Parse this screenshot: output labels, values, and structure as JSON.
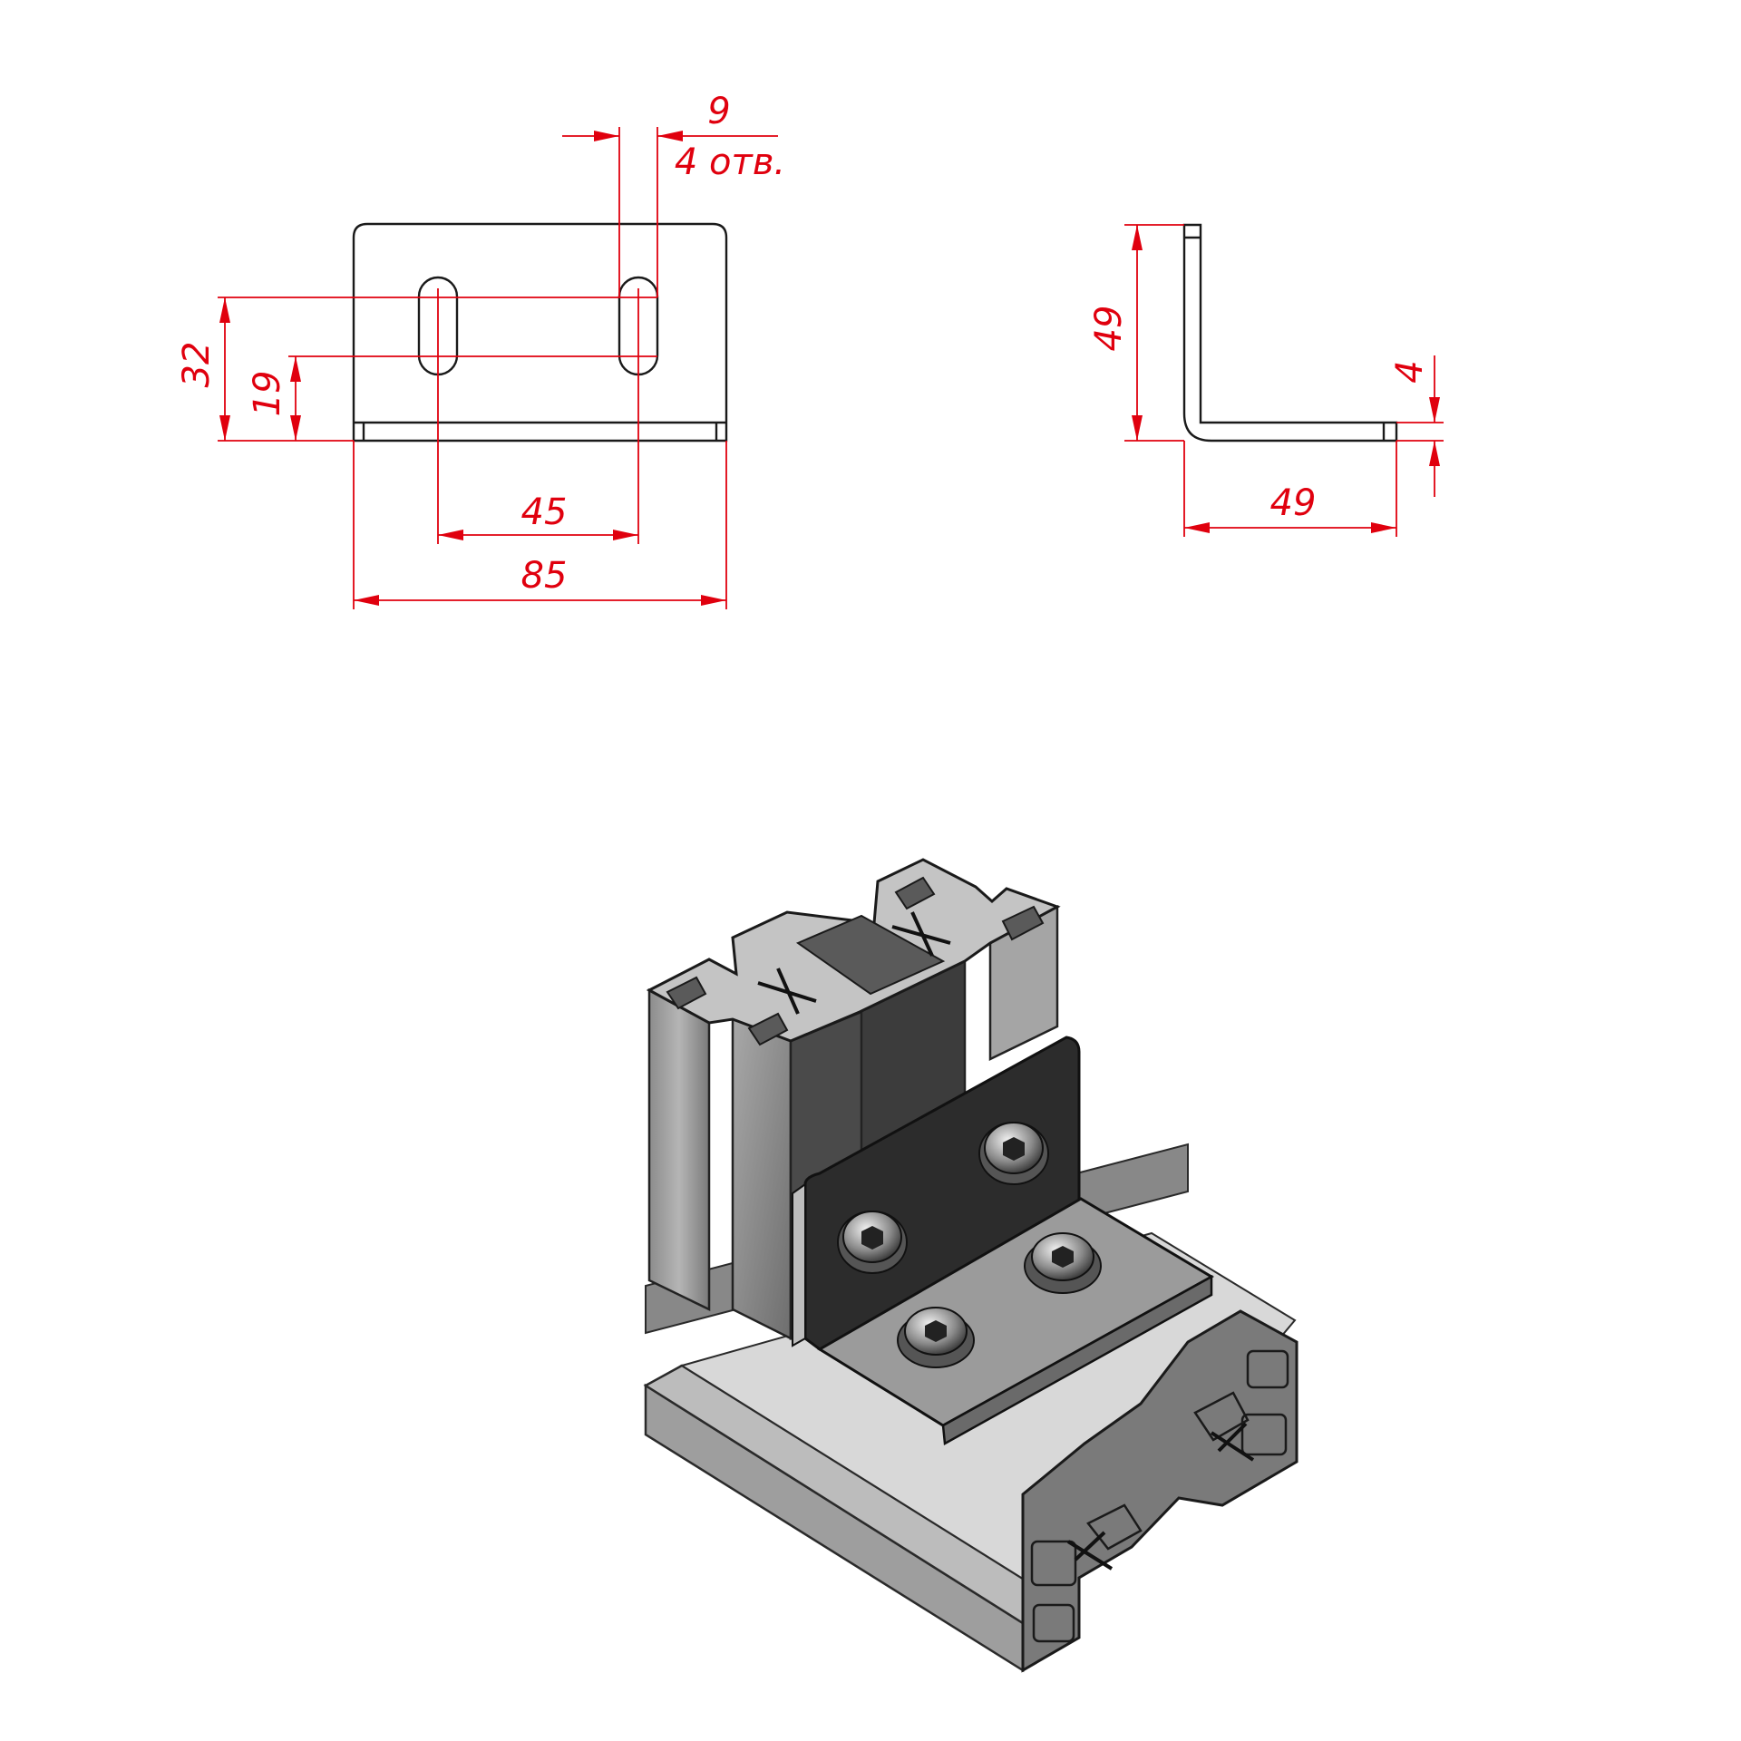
{
  "colors": {
    "dimension": "#e0000e",
    "outline": "#1a1a1a",
    "profile_light": "#9a9a9a",
    "profile_dark": "#3a3a3a",
    "bracket": "#2b2b2b"
  },
  "front_view": {
    "slot_width": "9",
    "slot_note": "4 отв.",
    "height_to_upper_slot": "32",
    "height_to_lower_slot": "19",
    "slot_spacing": "45",
    "overall_width": "85"
  },
  "side_view": {
    "leg_height": "49",
    "leg_length": "49",
    "thickness": "4"
  },
  "iso_view": {
    "parts": [
      "aluminium-profile-vertical",
      "aluminium-profile-horizontal",
      "angle-bracket",
      "button-head-screws"
    ]
  }
}
